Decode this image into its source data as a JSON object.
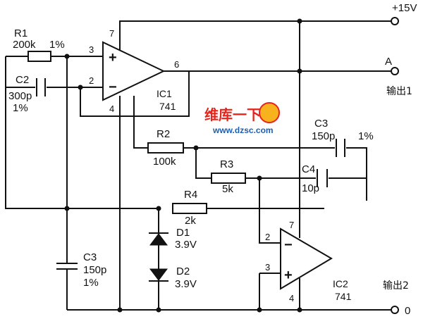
{
  "supply": {
    "label": "+15V"
  },
  "output1": {
    "node": "A",
    "label": "输出1"
  },
  "output2": {
    "label": "输出2"
  },
  "ground": {
    "label": "0"
  },
  "ic1": {
    "name": "IC1",
    "part": "741",
    "pin_in_plus": "3",
    "pin_in_minus": "2",
    "pin_out": "6",
    "pin_v_plus": "7",
    "pin_v_minus": "4",
    "plus_sign": "+",
    "minus_sign": "−"
  },
  "ic2": {
    "name": "IC2",
    "part": "741",
    "pin_in_minus": "2",
    "pin_in_plus": "3",
    "pin_v_plus": "7",
    "pin_v_minus": "4",
    "plus_sign": "+",
    "minus_sign": "−"
  },
  "r1": {
    "name": "R1",
    "value": "200k",
    "tolerance": "1%"
  },
  "c2": {
    "name": "C2",
    "value": "300p",
    "tolerance": "1%"
  },
  "r2": {
    "name": "R2",
    "value": "100k"
  },
  "c3_top": {
    "name": "C3",
    "value": "150p",
    "tolerance": "1%"
  },
  "r3": {
    "name": "R3",
    "value": "5k"
  },
  "c4": {
    "name": "C4",
    "value": "10p"
  },
  "r4": {
    "name": "R4",
    "value": "2k"
  },
  "d1": {
    "name": "D1",
    "value": "3.9V"
  },
  "d2": {
    "name": "D2",
    "value": "3.9V"
  },
  "c3_bottom": {
    "name": "C3",
    "value": "150p",
    "tolerance": "1%"
  },
  "watermark": {
    "brand": "维库一下",
    "url": "www.dzsc.com"
  }
}
